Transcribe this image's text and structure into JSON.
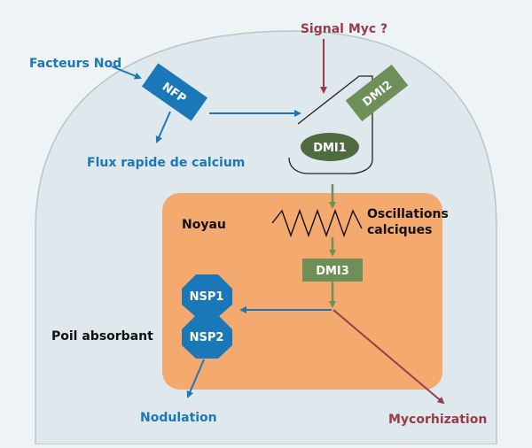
{
  "colors": {
    "background": "#eef3f5",
    "cell": "#dfe8ec",
    "nucleus": "#f4a96e",
    "blue": "#1b78b8",
    "green": "#6e8f58",
    "dark_green": "#4f6b3f",
    "red": "#9a3b4c",
    "black": "#111111"
  },
  "labels": {
    "signal_myc": "Signal Myc ?",
    "facteurs_nod": "Facteurs Nod",
    "nfp": "NFP",
    "dmi2": "DMI2",
    "dmi1": "DMI1",
    "flux_calcium": "Flux rapide de calcium",
    "noyau": "Noyau",
    "oscillations_line1": "Oscillations",
    "oscillations_line2": "calciques",
    "dmi3": "DMI3",
    "nsp1": "NSP1",
    "nsp2": "NSP2",
    "poil_absorbant": "Poil absorbant",
    "nodulation": "Nodulation",
    "mycorhization": "Mycorhization"
  }
}
